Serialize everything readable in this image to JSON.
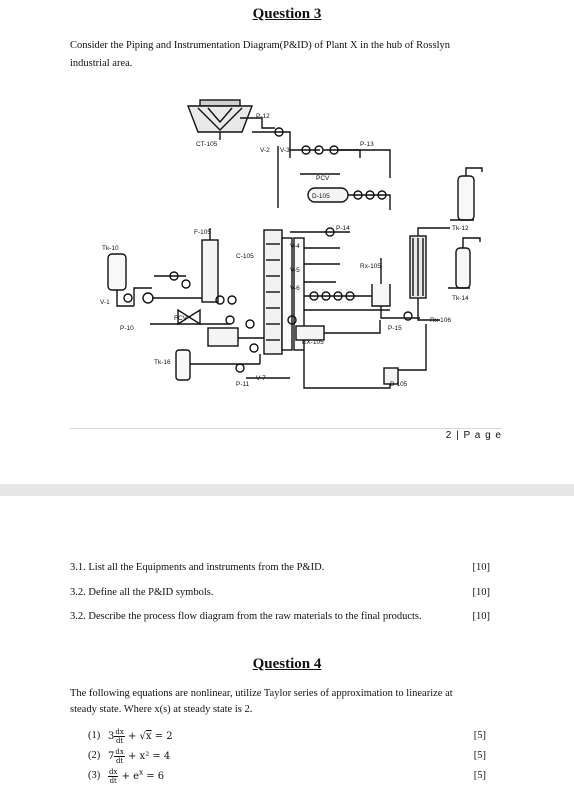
{
  "page1": {
    "title": "Question 3",
    "intro_line1": "Consider the Piping and Instrumentation Diagram(P&ID) of Plant X in the hub of Rosslyn",
    "intro_line2": "industrial area.",
    "page_number": "2 | P a g e",
    "diagram_labels": {
      "ct105": "CT-105",
      "p12": "P-12",
      "v2": "V-2",
      "v3": "V-3",
      "p13": "P-13",
      "pcv": "PCV",
      "d105": "D-105",
      "tk12": "Tk-12",
      "p14": "P-14",
      "f105": "F-105",
      "tk10": "Tk-10",
      "c105": "C-105",
      "v4": "V-4",
      "v5": "V-5",
      "rx105": "Rx-105",
      "v6": "V-6",
      "tk14": "Tk-14",
      "v1": "V-1",
      "fcv": "FCV",
      "p10": "P-10",
      "rx106": "Rx-106",
      "p15": "P-15",
      "ex105": "EX-105",
      "tk16": "Tk-16",
      "p11": "P-11",
      "v7": "V-7",
      "b105": "B-105"
    }
  },
  "page2": {
    "questions": [
      {
        "text": "3.1. List all the Equipments and instruments from the P&ID.",
        "marks": "[10]"
      },
      {
        "text": "3.2. Define all the P&ID symbols.",
        "marks": "[10]"
      },
      {
        "text": "3.2. Describe the process flow diagram from the raw materials to the final products.",
        "marks": "[10]"
      }
    ],
    "q4_title": "Question 4",
    "q4_line1": "The following equations are nonlinear, utilize Taylor series of approximation to linearize at",
    "q4_line2": "steady state. Where x(s) at steady state is 2.",
    "equations": [
      {
        "num": "(1)",
        "marks": "[5]"
      },
      {
        "num": "(2)",
        "marks": "[5]"
      },
      {
        "num": "(3)",
        "marks": "[5]"
      }
    ]
  }
}
